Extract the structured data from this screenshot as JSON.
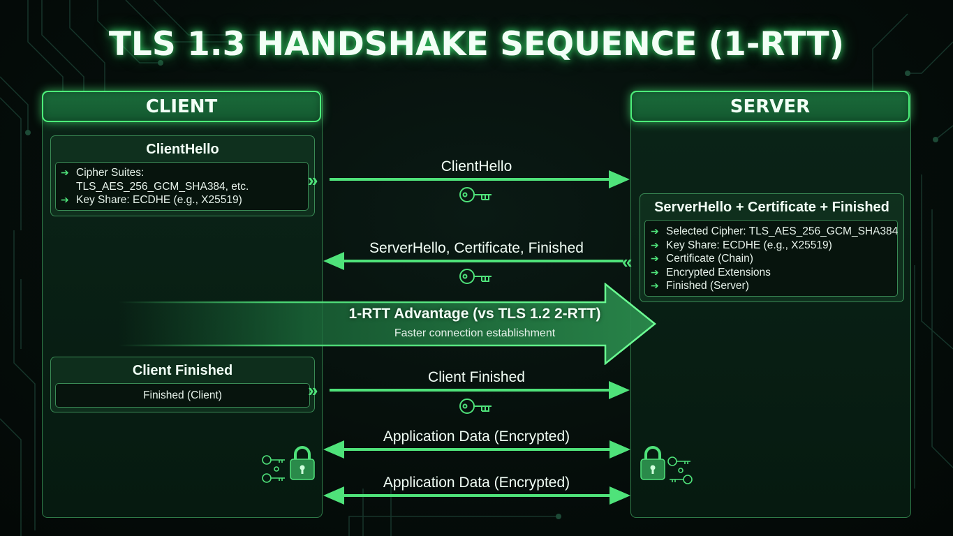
{
  "title": "TLS 1.3 HANDSHAKE SEQUENCE (1-RTT)",
  "colors": {
    "accent": "#4fe27a",
    "header_fill": "#1a6a3a",
    "background": "#050d0a",
    "text": "#f2fff6"
  },
  "client": {
    "header": "CLIENT",
    "client_hello_box": {
      "title": "ClientHello",
      "items": [
        {
          "icon": "arrow-right-icon",
          "text": "Cipher Suites:"
        },
        {
          "icon": "",
          "text": "TLS_AES_256_GCM_SHA384, etc."
        },
        {
          "icon": "arrow-right-icon",
          "text": "Key Share: ECDHE (e.g., X25519)"
        }
      ]
    },
    "client_finished_box": {
      "title": "Client Finished",
      "body": "Finished (Client)"
    },
    "status_icons": [
      "key-pair-icon",
      "lock-icon"
    ]
  },
  "server": {
    "header": "SERVER",
    "server_hello_box": {
      "title": "ServerHello + Certificate + Finished",
      "items": [
        {
          "icon": "arrow-right-icon",
          "text": "Selected Cipher: TLS_AES_256_GCM_SHA384"
        },
        {
          "icon": "arrow-right-icon",
          "text": "Key Share: ECDHE (e.g., X25519)"
        },
        {
          "icon": "arrow-right-icon",
          "text": "Certificate (Chain)"
        },
        {
          "icon": "arrow-right-icon",
          "text": "Encrypted Extensions"
        },
        {
          "icon": "arrow-right-icon",
          "text": "Finished (Server)"
        }
      ]
    },
    "status_icons": [
      "lock-icon",
      "key-pair-icon"
    ]
  },
  "messages": [
    {
      "label": "ClientHello",
      "direction": "client-to-server",
      "icon": "key-icon"
    },
    {
      "label": "ServerHello, Certificate, Finished",
      "direction": "server-to-client",
      "icon": "key-icon"
    },
    {
      "label": "Client Finished",
      "direction": "client-to-server",
      "icon": "key-icon"
    },
    {
      "label": "Application Data (Encrypted)",
      "direction": "bidirectional",
      "icon": ""
    },
    {
      "label": "Application Data (Encrypted)",
      "direction": "bidirectional",
      "icon": ""
    }
  ],
  "rtt_banner": {
    "title": "1-RTT Advantage (vs TLS 1.2 2-RTT)",
    "subtitle": "Faster connection establishment"
  }
}
